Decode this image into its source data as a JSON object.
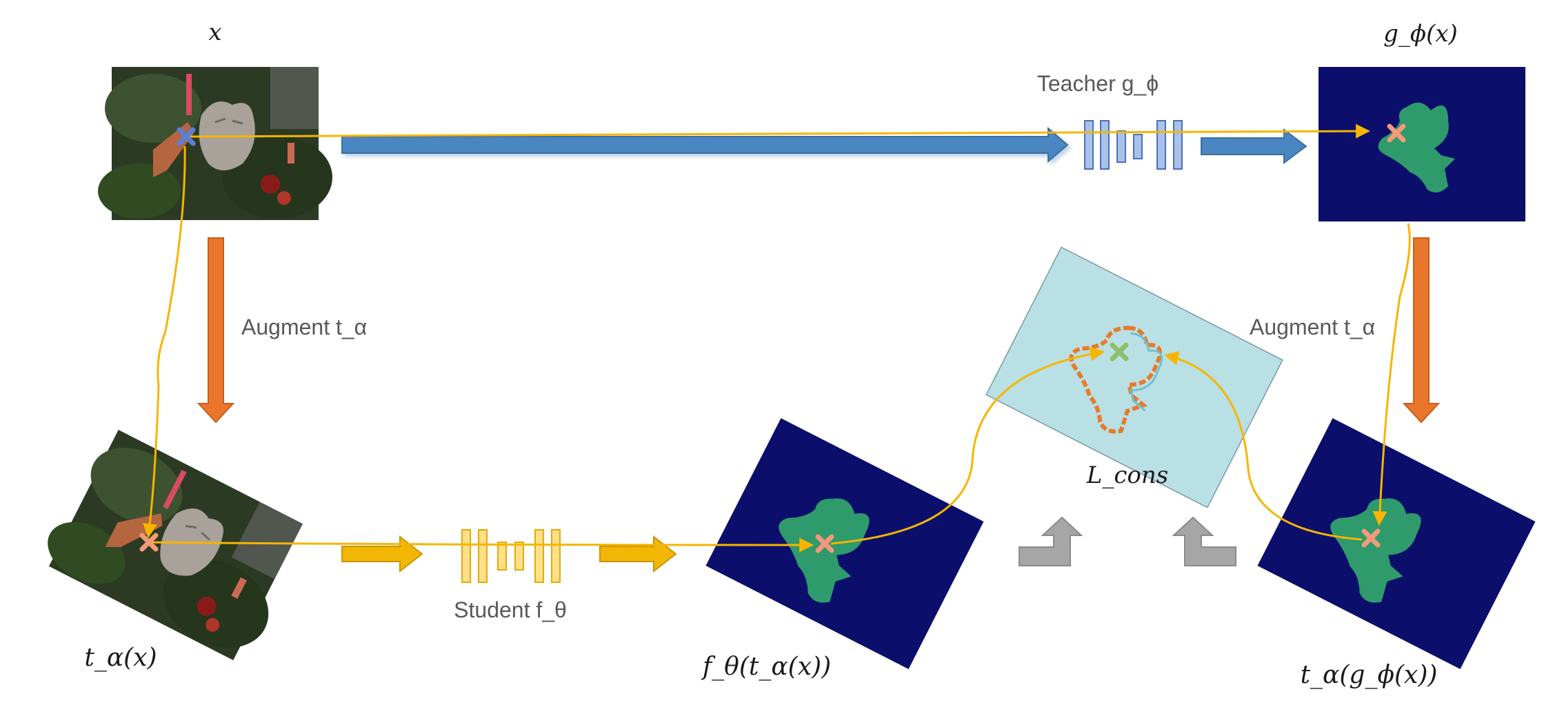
{
  "labels": {
    "input_image": "x",
    "teacher_output": "g_ϕ(x)",
    "teacher_name": "Teacher g_ϕ",
    "augment_left": "Augment t_α",
    "augment_right": "Augment t_α",
    "augmented_input": "t_α(x)",
    "student_name": "Student f_θ",
    "student_output": "f_θ(t_α(x))",
    "loss": "L_cons",
    "augmented_teacher_output": "t_α(g_ϕ(x))"
  },
  "colors": {
    "teacher_arrow": "#4a86c2",
    "augment_arrow": "#e9762b",
    "student_arrow": "#f2b705",
    "trace_line": "#f7b500",
    "mask_background": "#0b0f6b",
    "mask_foreground": "#2f9a6b",
    "loss_panel": "#b9e0e4",
    "feedback_arrow": "#a6a6a6",
    "marker_blue": "#5b7fd6",
    "marker_orange": "#f29a7a",
    "marker_green": "#8fbf6a"
  },
  "icons": [
    "cross-marker-icon",
    "block-arrow-icon",
    "network-bars-icon",
    "up-turn-arrow-icon"
  ]
}
